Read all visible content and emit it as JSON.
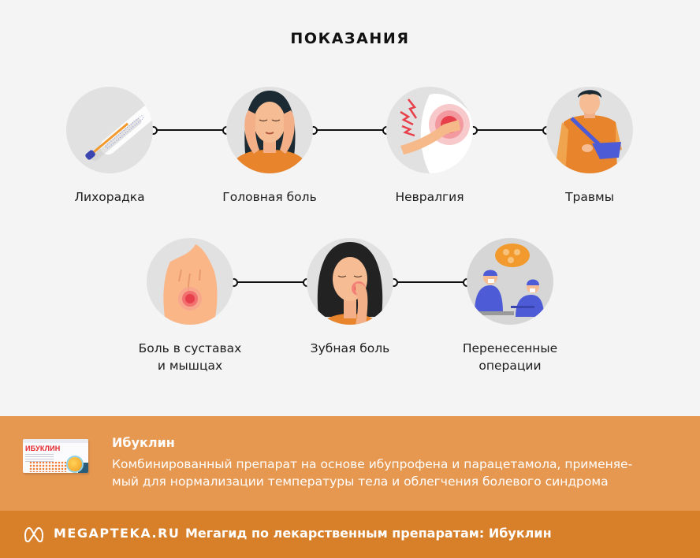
{
  "header": {
    "title": "ПОКАЗАНИЯ"
  },
  "indications": [
    {
      "label": "Лихорадка",
      "icon": "thermometer-icon"
    },
    {
      "label": "Головная боль",
      "icon": "headache-woman-icon"
    },
    {
      "label": "Невралгия",
      "icon": "shoulder-pain-icon"
    },
    {
      "label": "Травмы",
      "icon": "arm-sling-man-icon"
    },
    {
      "label_line1": "Боль в суставах",
      "label_line2": "и мышцах",
      "icon": "back-pain-icon"
    },
    {
      "label": "Зубная боль",
      "icon": "toothache-woman-icon"
    },
    {
      "label_line1": "Перенесенные",
      "label_line2": "операции",
      "icon": "surgeons-icon"
    }
  ],
  "product": {
    "box_brand": "ИБУКЛИН",
    "name": "Ибуклин",
    "description_line1": "Комбинированный препарат на основе ибупрофена и парацетамола, применяе-",
    "description_line2": "мый для нормализации температуры тела и облегчения болевого синдрома"
  },
  "footer": {
    "logo_text": "MEGAPTEKA.RU",
    "caption": "Мегагид по лекарственным препаратам: Ибуклин"
  },
  "colors": {
    "background": "#f4f4f4",
    "circle": "#e1e1e1",
    "info_band": "#e69750",
    "footer_band": "#d87f2a",
    "accent_orange": "#e8842c",
    "accent_blue": "#4d5bd6",
    "pain_red": "#e8404a"
  }
}
